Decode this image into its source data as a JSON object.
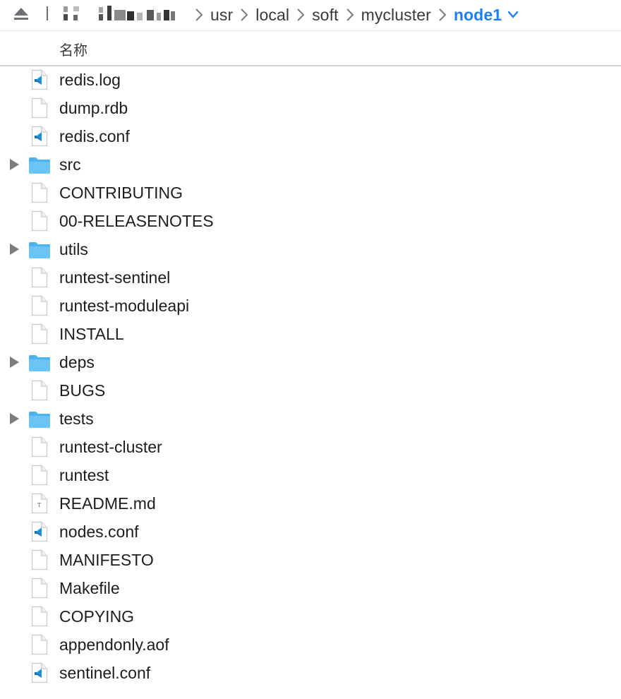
{
  "toolbar": {
    "eject_icon": "eject-icon",
    "path": [
      {
        "label": "usr",
        "current": false
      },
      {
        "label": "local",
        "current": false
      },
      {
        "label": "soft",
        "current": false
      },
      {
        "label": "mycluster",
        "current": false
      },
      {
        "label": "node1",
        "current": true
      }
    ],
    "accent_color": "#1f7ef5"
  },
  "header": {
    "name_column": "名称"
  },
  "files": [
    {
      "name": "redis.log",
      "type": "vscode"
    },
    {
      "name": "dump.rdb",
      "type": "doc"
    },
    {
      "name": "redis.conf",
      "type": "vscode"
    },
    {
      "name": "src",
      "type": "folder"
    },
    {
      "name": "CONTRIBUTING",
      "type": "doc"
    },
    {
      "name": "00-RELEASENOTES",
      "type": "doc"
    },
    {
      "name": "utils",
      "type": "folder"
    },
    {
      "name": "runtest-sentinel",
      "type": "doc"
    },
    {
      "name": "runtest-moduleapi",
      "type": "doc"
    },
    {
      "name": "INSTALL",
      "type": "doc"
    },
    {
      "name": "deps",
      "type": "folder"
    },
    {
      "name": "BUGS",
      "type": "doc"
    },
    {
      "name": "tests",
      "type": "folder"
    },
    {
      "name": "runtest-cluster",
      "type": "doc"
    },
    {
      "name": "runtest",
      "type": "doc"
    },
    {
      "name": "README.md",
      "type": "text"
    },
    {
      "name": "nodes.conf",
      "type": "vscode"
    },
    {
      "name": "MANIFESTO",
      "type": "doc"
    },
    {
      "name": "Makefile",
      "type": "doc"
    },
    {
      "name": "COPYING",
      "type": "doc"
    },
    {
      "name": "appendonly.aof",
      "type": "doc"
    },
    {
      "name": "sentinel.conf",
      "type": "vscode"
    }
  ],
  "colors": {
    "folder": "#6cc3f5",
    "vscode": "#1e8fd8"
  }
}
